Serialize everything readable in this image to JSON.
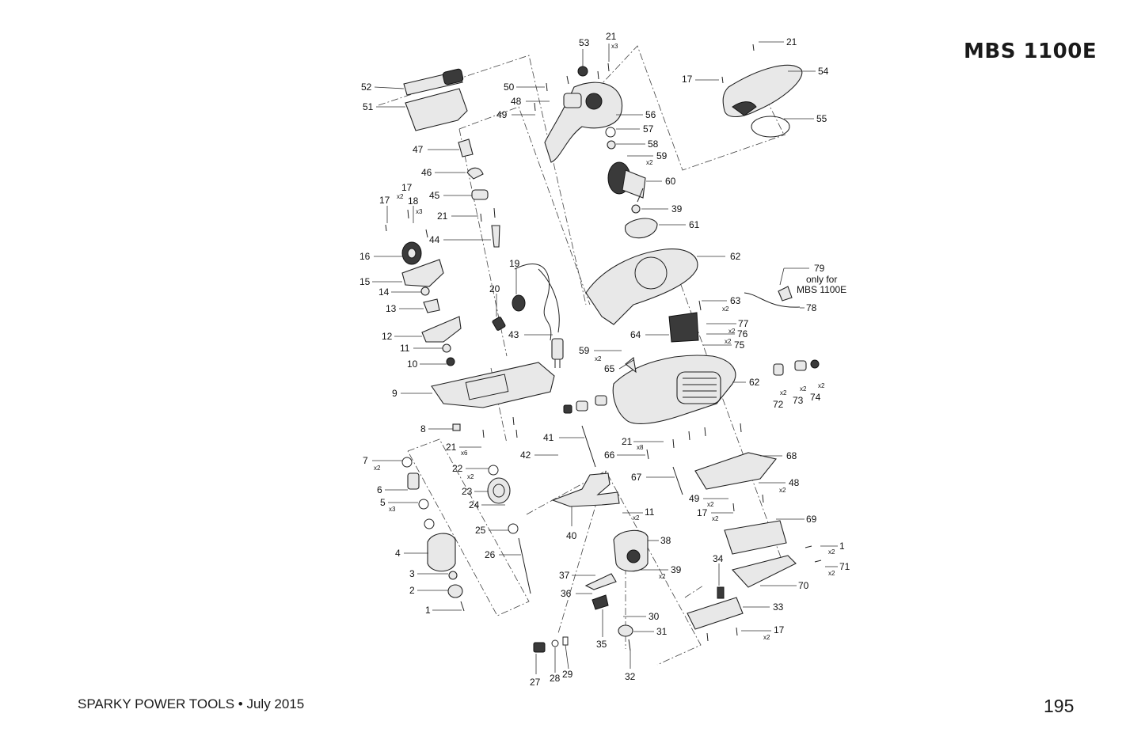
{
  "header": {
    "model": "MBS 1100E"
  },
  "footer": {
    "brand_date": "SPARKY POWER TOOLS • July 2015",
    "page_number": "195"
  },
  "note": {
    "line1": "only for",
    "line2": "MBS 1100E"
  },
  "part_labels": [
    {
      "text": "53"
    },
    {
      "text": "21"
    },
    {
      "text": "x3"
    },
    {
      "text": "21"
    },
    {
      "text": "54"
    },
    {
      "text": "17"
    },
    {
      "text": "55"
    },
    {
      "text": "52"
    },
    {
      "text": "51"
    },
    {
      "text": "50"
    },
    {
      "text": "48"
    },
    {
      "text": "49"
    },
    {
      "text": "56"
    },
    {
      "text": "57"
    },
    {
      "text": "58"
    },
    {
      "text": "59"
    },
    {
      "text": "x2"
    },
    {
      "text": "60"
    },
    {
      "text": "47"
    },
    {
      "text": "46"
    },
    {
      "text": "45"
    },
    {
      "text": "17"
    },
    {
      "text": "x2"
    },
    {
      "text": "18"
    },
    {
      "text": "x3"
    },
    {
      "text": "17"
    },
    {
      "text": "21"
    },
    {
      "text": "39"
    },
    {
      "text": "61"
    },
    {
      "text": "44"
    },
    {
      "text": "16"
    },
    {
      "text": "62"
    },
    {
      "text": "79"
    },
    {
      "text": "19"
    },
    {
      "text": "15"
    },
    {
      "text": "14"
    },
    {
      "text": "20"
    },
    {
      "text": "63"
    },
    {
      "text": "x2"
    },
    {
      "text": "78"
    },
    {
      "text": "13"
    },
    {
      "text": "77"
    },
    {
      "text": "x2"
    },
    {
      "text": "76"
    },
    {
      "text": "x2"
    },
    {
      "text": "75"
    },
    {
      "text": "12"
    },
    {
      "text": "43"
    },
    {
      "text": "64"
    },
    {
      "text": "11"
    },
    {
      "text": "59"
    },
    {
      "text": "x2"
    },
    {
      "text": "10"
    },
    {
      "text": "65"
    },
    {
      "text": "62"
    },
    {
      "text": "9"
    },
    {
      "text": "x2"
    },
    {
      "text": "72"
    },
    {
      "text": "x2"
    },
    {
      "text": "73"
    },
    {
      "text": "x2"
    },
    {
      "text": "74"
    },
    {
      "text": "8"
    },
    {
      "text": "41"
    },
    {
      "text": "21"
    },
    {
      "text": "x8"
    },
    {
      "text": "21"
    },
    {
      "text": "x6"
    },
    {
      "text": "42"
    },
    {
      "text": "66"
    },
    {
      "text": "68"
    },
    {
      "text": "7"
    },
    {
      "text": "x2"
    },
    {
      "text": "22"
    },
    {
      "text": "x2"
    },
    {
      "text": "67"
    },
    {
      "text": "48"
    },
    {
      "text": "x2"
    },
    {
      "text": "6"
    },
    {
      "text": "23"
    },
    {
      "text": "49"
    },
    {
      "text": "x2"
    },
    {
      "text": "5"
    },
    {
      "text": "x3"
    },
    {
      "text": "24"
    },
    {
      "text": "17"
    },
    {
      "text": "x2"
    },
    {
      "text": "11"
    },
    {
      "text": "x2"
    },
    {
      "text": "69"
    },
    {
      "text": "25"
    },
    {
      "text": "40"
    },
    {
      "text": "38"
    },
    {
      "text": "1"
    },
    {
      "text": "x2"
    },
    {
      "text": "4"
    },
    {
      "text": "26"
    },
    {
      "text": "71"
    },
    {
      "text": "x2"
    },
    {
      "text": "34"
    },
    {
      "text": "39"
    },
    {
      "text": "x2"
    },
    {
      "text": "37"
    },
    {
      "text": "3"
    },
    {
      "text": "70"
    },
    {
      "text": "2"
    },
    {
      "text": "36"
    },
    {
      "text": "33"
    },
    {
      "text": "1"
    },
    {
      "text": "30"
    },
    {
      "text": "31"
    },
    {
      "text": "17"
    },
    {
      "text": "x2"
    },
    {
      "text": "35"
    },
    {
      "text": "32"
    },
    {
      "text": "27"
    },
    {
      "text": "28"
    },
    {
      "text": "29"
    }
  ]
}
